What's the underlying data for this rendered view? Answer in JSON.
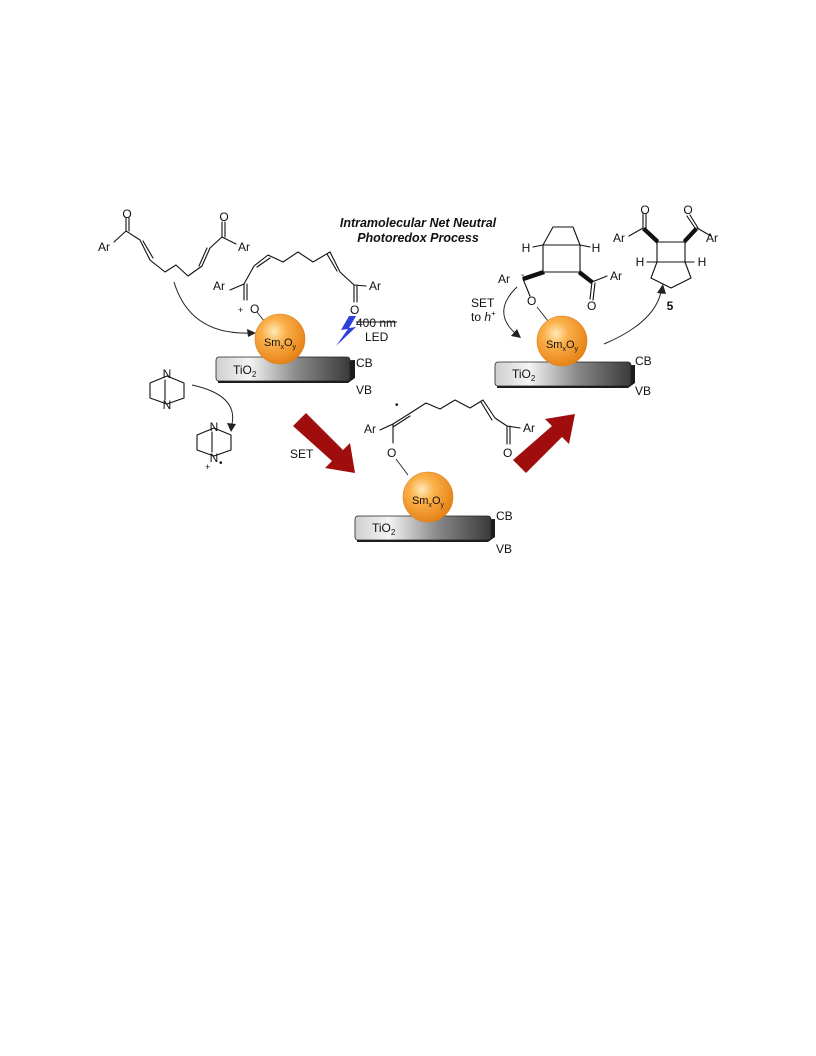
{
  "title": {
    "line1": "Intramolecular Net Neutral",
    "line2": "Photoredox Process"
  },
  "labels": {
    "ar": "Ar",
    "o": "O",
    "n": "N",
    "h": "H",
    "tio2_base": "TiO",
    "tio2_sub": "2",
    "sm_base": "Sm",
    "sm_sub_x": "x",
    "sm_o": "O",
    "sm_sub_y": "y",
    "cb": "CB",
    "vb": "VB",
    "set": "SET",
    "set_to": "to ",
    "hole": "h",
    "plus": "+",
    "radical": "•",
    "minus": "-",
    "light_wavelength": "400 nm",
    "light_source": "LED",
    "product": "5"
  },
  "colors": {
    "arrow": "#a00d0d",
    "sphere": "#f39a2e",
    "lightning": "#2f3fd9",
    "plate": "#444444"
  },
  "icons": {
    "light": "lightning-icon"
  }
}
